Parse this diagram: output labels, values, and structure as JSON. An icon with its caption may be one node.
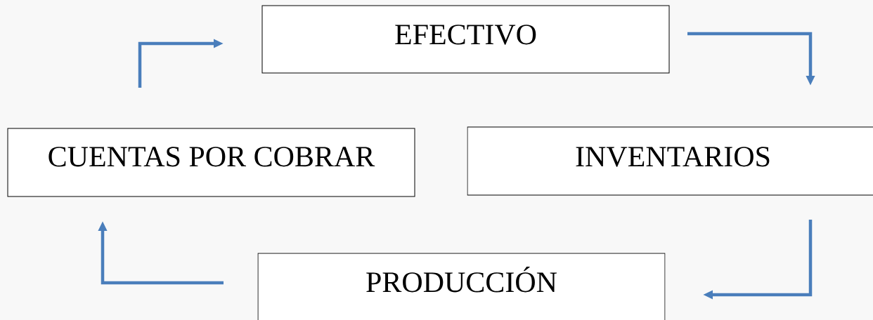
{
  "diagram": {
    "nodes": [
      {
        "text": [
          "EFECTIVO"
        ]
      },
      {
        "text": [
          "INVENTARIOS"
        ]
      },
      {
        "text": [
          "PRODUCCIÓN"
        ]
      },
      {
        "text": [
          "CUENTAS POR COBRAR"
        ]
      }
    ],
    "edges": [
      {
        "from": 0,
        "to": 1,
        "arrow": "to"
      },
      {
        "from": 1,
        "to": 2,
        "arrow": "to"
      },
      {
        "from": 2,
        "to": 3,
        "arrow": "to"
      },
      {
        "from": 3,
        "to": 0,
        "arrow": "to"
      }
    ]
  }
}
